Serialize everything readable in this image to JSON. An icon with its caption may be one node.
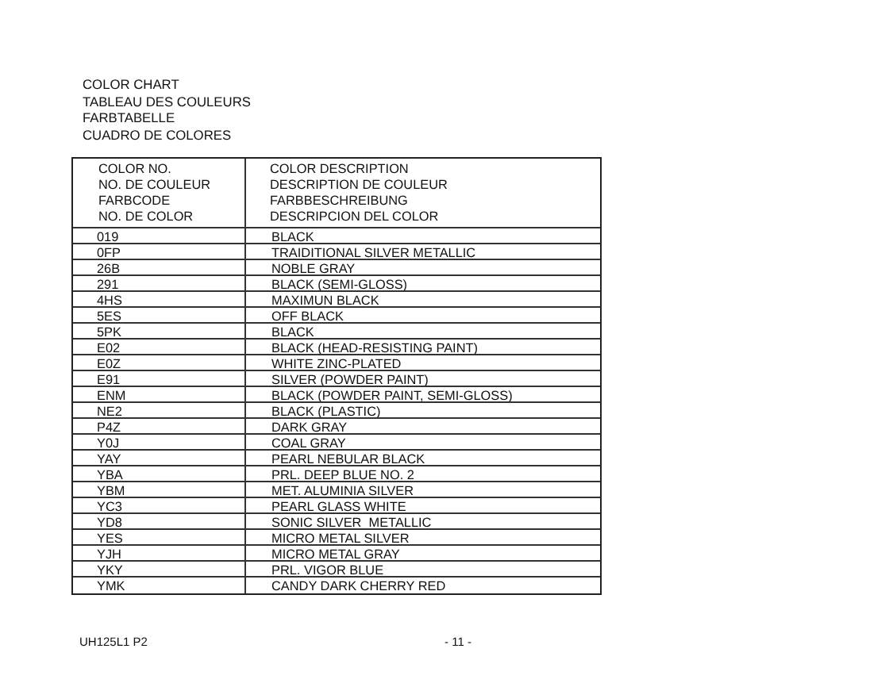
{
  "diagram": {
    "labels": [
      "COLOR CHART",
      "TABLEAU DES COULEURS",
      "FARBTABELLE",
      "CUADRO DE COLORES",
      "COLOR NO.",
      "NO. DE COULEUR",
      "FARBCODE",
      "NO. DE COLOR",
      "COLOR DESCRIPTION",
      "DESCRIPTION DE COULEUR",
      "FARBBESCHREIBUNG",
      "DESCRIPCION DEL COLOR",
      "019",
      "BLACK",
      "0FP",
      "TRAIDITIONAL SILVER METALLIC",
      "26B",
      "NOBLE GRAY",
      "291",
      "BLACK (SEMI-GLOSS)",
      "4HS",
      "MAXIMUN BLACK",
      "5ES",
      "OFF BLACK",
      "5PK",
      "BLACK",
      "E02",
      "BLACK (HEAD-RESISTING PAINT)",
      "E0Z",
      "WHITE ZINC-PLATED",
      "E91",
      "SILVER (POWDER PAINT)",
      "ENM",
      "BLACK (POWDER PAINT, SEMI-GLOSS)",
      "NE2",
      "BLACK (PLASTIC)",
      "P4Z",
      "DARK GRAY",
      "Y0J",
      "COAL GRAY",
      "YAY",
      "PEARL NEBULAR BLACK",
      "YBA",
      "PRL. DEEP BLUE NO. 2",
      "YBM",
      "MET. ALUMINIA SILVER",
      "YC3",
      "PEARL GLASS WHITE",
      "YD8",
      "SONIC SILVER  METALLIC",
      "YES",
      "MICRO METAL SILVER",
      "YJH",
      "MICRO METAL GRAY",
      "YKY",
      "PRL. VIGOR BLUE",
      "YMK",
      "CANDY DARK CHERRY RED",
      "UH125L1 P2",
      "- 11 -"
    ]
  }
}
